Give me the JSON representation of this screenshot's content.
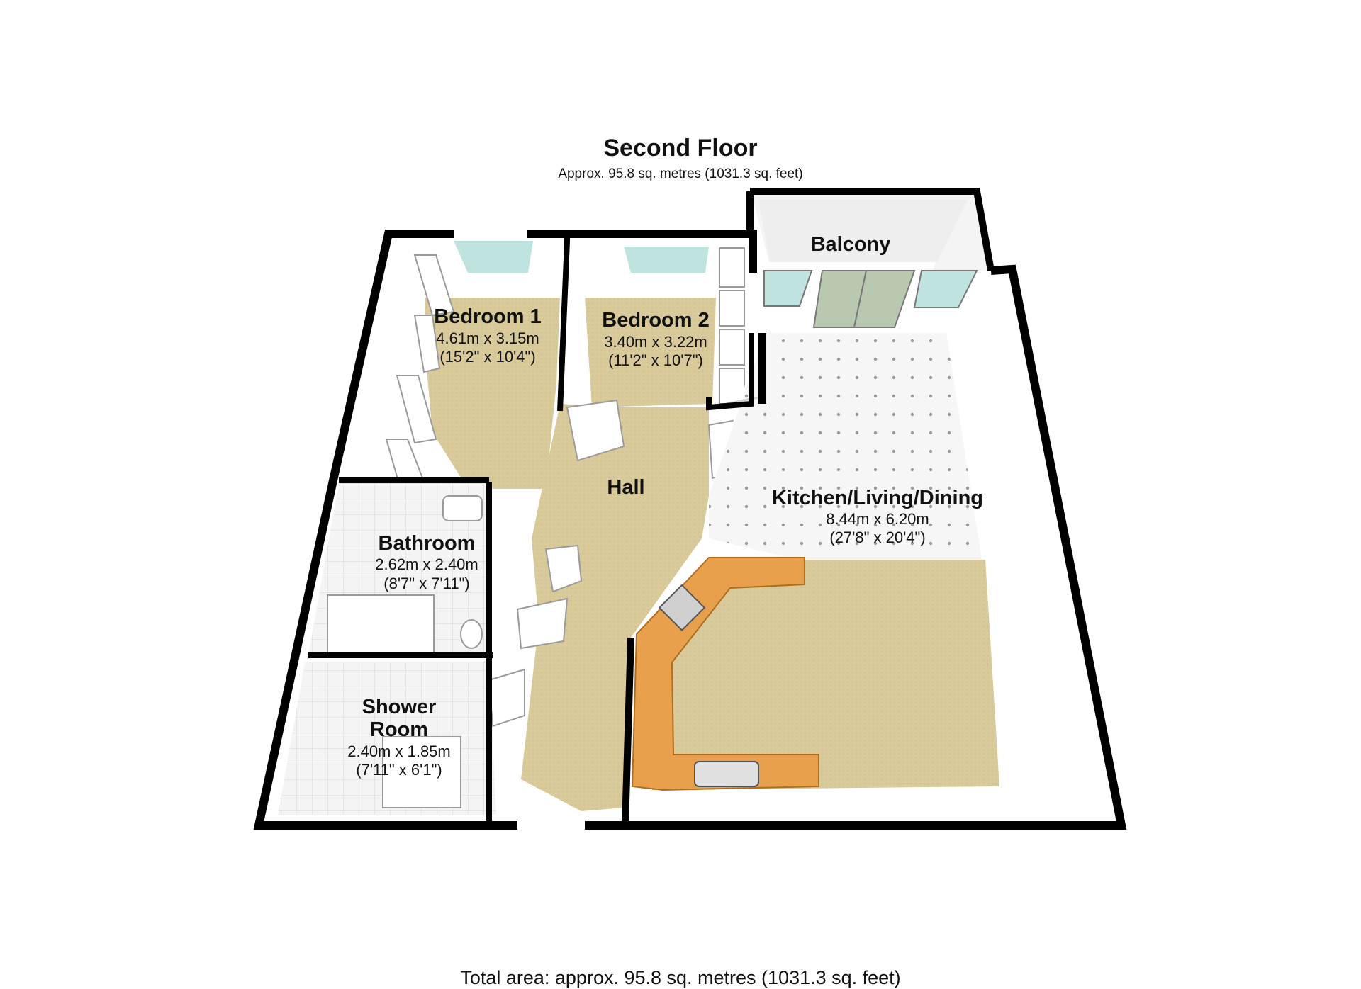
{
  "header": {
    "title": "Second Floor",
    "subtitle": "Approx. 95.8 sq. metres (1031.3 sq. feet)"
  },
  "footer": {
    "total": "Total area: approx. 95.8 sq. metres (1031.3 sq. feet)"
  },
  "rooms": {
    "bedroom1": {
      "name": "Bedroom 1",
      "metric": "4.61m x 3.15m",
      "imperial": "(15'2\" x 10'4\")"
    },
    "bedroom2": {
      "name": "Bedroom 2",
      "metric": "3.40m x 3.22m",
      "imperial": "(11'2\" x 10'7\")"
    },
    "balcony": {
      "name": "Balcony"
    },
    "hall": {
      "name": "Hall"
    },
    "kitchen": {
      "name": "Kitchen/Living/Dining",
      "metric": "8.44m x 6.20m",
      "imperial": "(27'8\" x 20'4\")"
    },
    "bathroom": {
      "name": "Bathroom",
      "metric": "2.62m x 2.40m",
      "imperial": "(8'7\" x 7'11\")"
    },
    "shower": {
      "name_line1": "Shower",
      "name_line2": "Room",
      "metric": "2.40m x 1.85m",
      "imperial": "(7'11\" x 6'1\")"
    }
  },
  "colors": {
    "wall": "#000000",
    "carpet": "#d8c99a",
    "tile": "#f2f2f2",
    "worktop": "#e8a04c",
    "glass": "#bfe3df",
    "wall_face": "#f7f7f7"
  }
}
